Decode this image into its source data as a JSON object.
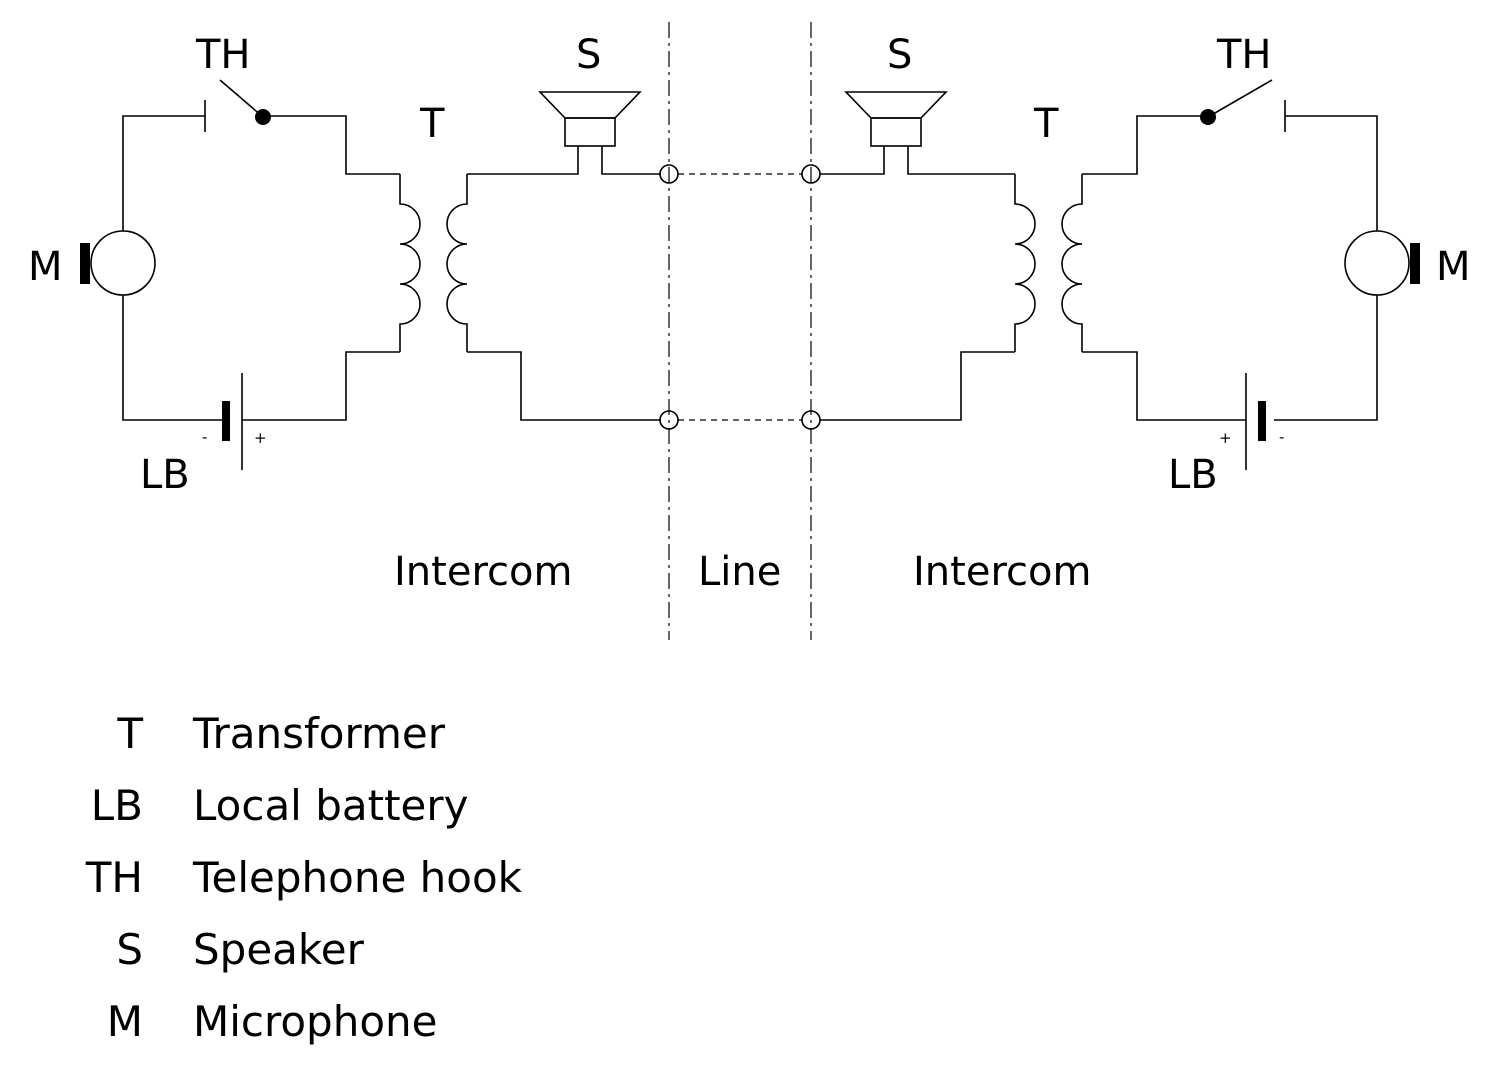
{
  "labels": {
    "th_left": "TH",
    "th_right": "TH",
    "s_left": "S",
    "s_right": "S",
    "t_left": "T",
    "t_right": "T",
    "m_left": "M",
    "m_right": "M",
    "lb_left": "LB",
    "lb_right": "LB",
    "minus": "-",
    "plus": "+"
  },
  "sections": {
    "left": "Intercom",
    "middle": "Line",
    "right": "Intercom"
  },
  "legend": [
    {
      "abbr": "T",
      "desc": "Transformer"
    },
    {
      "abbr": "LB",
      "desc": "Local battery"
    },
    {
      "abbr": "TH",
      "desc": "Telephone hook"
    },
    {
      "abbr": "S",
      "desc": "Speaker"
    },
    {
      "abbr": "M",
      "desc": "Microphone"
    }
  ]
}
